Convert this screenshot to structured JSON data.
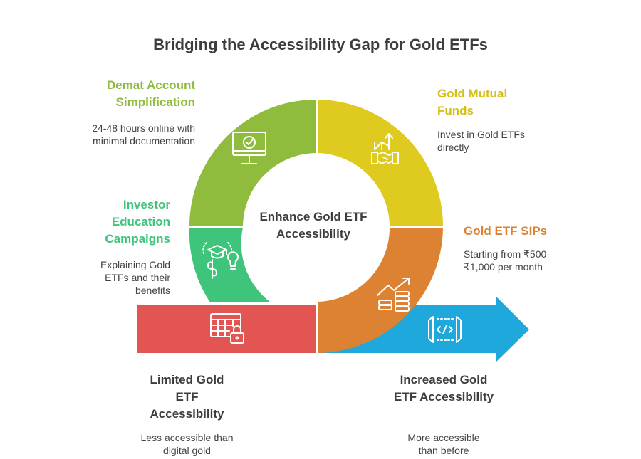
{
  "title": "Bridging the Accessibility Gap for Gold ETFs",
  "center": "Enhance Gold ETF Accessibility",
  "colors": {
    "green": "#8fbc3c",
    "yellow": "#dfcb1f",
    "teal": "#3fc47c",
    "orange": "#dd8232",
    "red": "#e35552",
    "blue": "#1ea8db"
  },
  "segments": [
    {
      "key": "demat",
      "label": "Demat Account Simplification",
      "desc": "24-48 hours online with minimal documentation",
      "icon": "monitor-check-icon"
    },
    {
      "key": "mutual_funds",
      "label": "Gold Mutual Funds",
      "desc": "Invest in Gold ETFs directly",
      "icon": "handshake-growth-icon"
    },
    {
      "key": "education",
      "label": "Investor Education Campaigns",
      "desc": "Explaining Gold ETFs and their benefits",
      "icon": "graduation-money-idea-icon"
    },
    {
      "key": "sips",
      "label": "Gold ETF SIPs",
      "desc": "Starting from ₹500-₹1,000 per month",
      "icon": "coins-growth-icon"
    }
  ],
  "start": {
    "label": "Limited Gold ETF Accessibility",
    "desc": "Less accessible than digital gold",
    "icon": "table-lock-icon"
  },
  "end": {
    "label": "Increased Gold ETF Accessibility",
    "desc": "More accessible than before",
    "icon": "code-portal-icon"
  }
}
